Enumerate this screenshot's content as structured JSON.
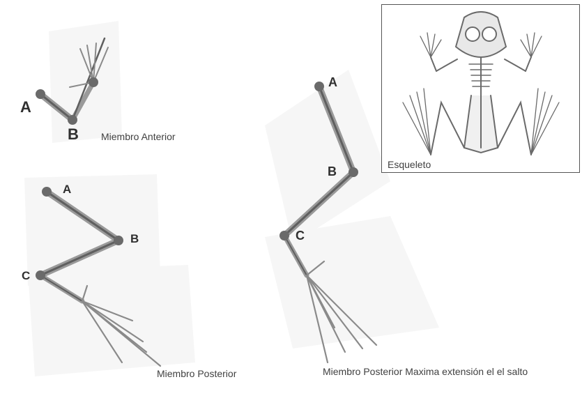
{
  "forelimb": {
    "caption": "Miembro Anterior",
    "labels": {
      "a": "A",
      "b": "B"
    }
  },
  "hindlimb": {
    "caption": "Miembro Posterior",
    "labels": {
      "a": "A",
      "b": "B",
      "c": "C"
    }
  },
  "hindlimb_extended": {
    "caption": "Miembro Posterior Maxima extensión el el salto",
    "labels": {
      "a": "A",
      "b": "B",
      "c": "C"
    }
  },
  "skeleton_inset": {
    "caption": "Esqueleto"
  },
  "colors": {
    "bone": "#7a7a7a",
    "bone_light": "#c8c8c8",
    "joint": "#6a6a6a",
    "frame": "#555555"
  }
}
